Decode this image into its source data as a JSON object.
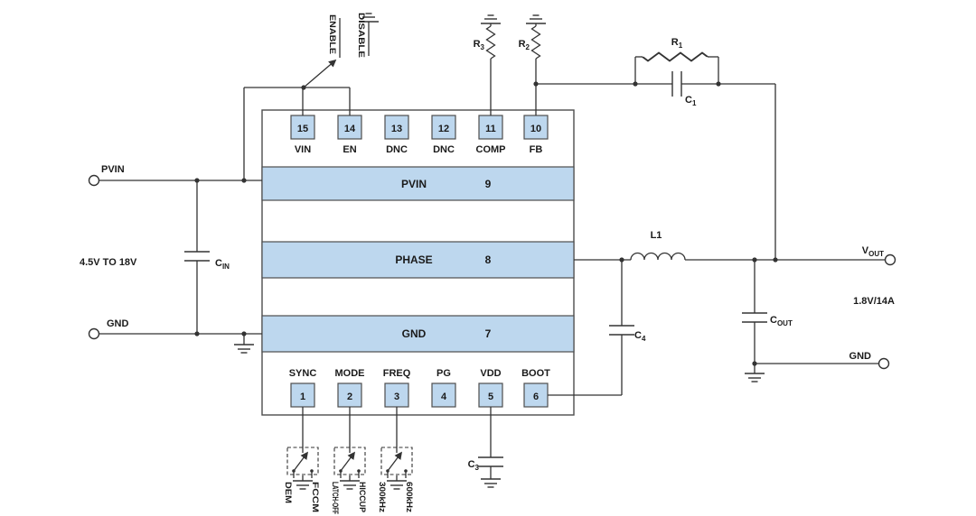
{
  "ic": {
    "top_pins": [
      {
        "number": "15",
        "name": "VIN"
      },
      {
        "number": "14",
        "name": "EN"
      },
      {
        "number": "13",
        "name": "DNC"
      },
      {
        "number": "12",
        "name": "DNC"
      },
      {
        "number": "11",
        "name": "COMP"
      },
      {
        "number": "10",
        "name": "FB"
      }
    ],
    "bars": [
      {
        "name": "PVIN",
        "number": "9"
      },
      {
        "name": "PHASE",
        "number": "8"
      },
      {
        "name": "GND",
        "number": "7"
      }
    ],
    "bottom_pins": [
      {
        "number": "1",
        "name": "SYNC"
      },
      {
        "number": "2",
        "name": "MODE"
      },
      {
        "number": "3",
        "name": "FREQ"
      },
      {
        "number": "4",
        "name": "PG"
      },
      {
        "number": "5",
        "name": "VDD"
      },
      {
        "number": "6",
        "name": "BOOT"
      }
    ]
  },
  "input": {
    "pvin_terminal": "PVIN",
    "voltage_range": "4.5V TO 18V",
    "gnd_terminal": "GND",
    "cin": {
      "base": "C",
      "sub": "IN"
    }
  },
  "enable": {
    "on": "ENABLE",
    "off": "DISABLE"
  },
  "compensation": {
    "r3": {
      "base": "R",
      "sub": "3"
    },
    "r2": {
      "base": "R",
      "sub": "2"
    },
    "r1": {
      "base": "R",
      "sub": "1"
    },
    "c1": {
      "base": "C",
      "sub": "1"
    }
  },
  "output": {
    "inductor": "L1",
    "vout": {
      "base": "V",
      "sub": "OUT"
    },
    "rating": "1.8V/14A",
    "cout": {
      "base": "C",
      "sub": "OUT"
    },
    "gnd_terminal": "GND",
    "c4": {
      "base": "C",
      "sub": "4"
    }
  },
  "straps": {
    "sync_left": "DEM",
    "sync_right": "FCCM",
    "mode_left": "LATCH-OFF",
    "mode_right": "HICCUP",
    "freq_left": "300kHz",
    "freq_right": "600kHz",
    "c3": {
      "base": "C",
      "sub": "3"
    }
  },
  "colors": {
    "pin_fill": "#bdd7ee",
    "pin_border": "#4d4d4d",
    "wire": "#333333"
  }
}
